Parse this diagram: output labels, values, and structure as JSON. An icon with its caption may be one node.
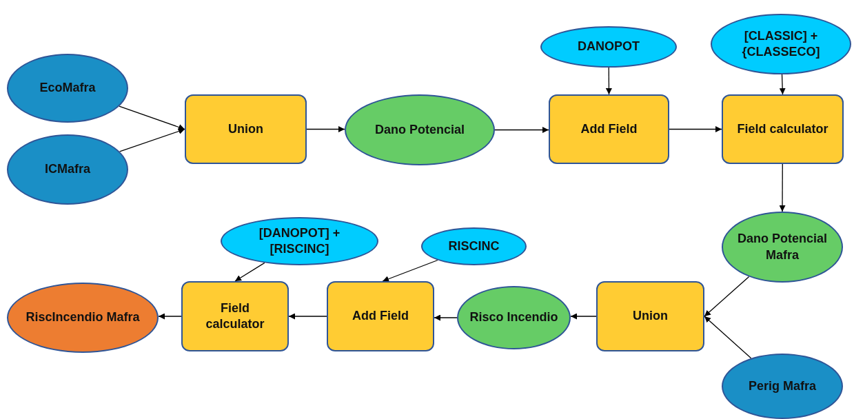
{
  "diagram": {
    "nodes": [
      {
        "text": [
          "EcoMafra"
        ]
      },
      {
        "text": [
          "ICMafra"
        ]
      },
      {
        "text": [
          "Union"
        ]
      },
      {
        "text": [
          "Dano Potencial"
        ]
      },
      {
        "text": [
          "DANOPOT"
        ]
      },
      {
        "text": [
          "Add Field"
        ]
      },
      {
        "text": [
          "[CLASSIC] + {CLASSECO]"
        ]
      },
      {
        "text": [
          "Field calculator"
        ]
      },
      {
        "text": [
          "Dano Potencial Mafra"
        ]
      },
      {
        "text": [
          "Union"
        ]
      },
      {
        "text": [
          "Perig Mafra"
        ]
      },
      {
        "text": [
          "Risco Incendio"
        ]
      },
      {
        "text": [
          "RISCINC"
        ]
      },
      {
        "text": [
          "Add Field"
        ]
      },
      {
        "text": [
          "[DANOPOT] + [RISCINC]"
        ]
      },
      {
        "text": [
          "Field calculator"
        ]
      },
      {
        "text": [
          "RiscIncendio Mafra"
        ]
      }
    ],
    "edges": [
      {
        "from": 0,
        "to": 2,
        "arrow": "to"
      },
      {
        "from": 1,
        "to": 2,
        "arrow": "to"
      },
      {
        "from": 2,
        "to": 3,
        "arrow": "to"
      },
      {
        "from": 3,
        "to": 5,
        "arrow": "to"
      },
      {
        "from": 4,
        "to": 5,
        "arrow": "to"
      },
      {
        "from": 5,
        "to": 7,
        "arrow": "to"
      },
      {
        "from": 6,
        "to": 7,
        "arrow": "to"
      },
      {
        "from": 7,
        "to": 8,
        "arrow": "to"
      },
      {
        "from": 8,
        "to": 9,
        "arrow": "to"
      },
      {
        "from": 10,
        "to": 9,
        "arrow": "to"
      },
      {
        "from": 9,
        "to": 11,
        "arrow": "to"
      },
      {
        "from": 12,
        "to": 13,
        "arrow": "to"
      },
      {
        "from": 11,
        "to": 13,
        "arrow": "to"
      },
      {
        "from": 13,
        "to": 15,
        "arrow": "to"
      },
      {
        "from": 14,
        "to": 15,
        "arrow": "to"
      },
      {
        "from": 15,
        "to": 16,
        "arrow": "to"
      }
    ]
  }
}
